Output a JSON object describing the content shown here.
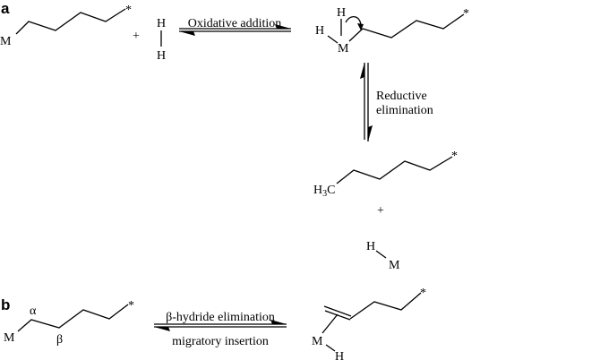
{
  "panels": {
    "a": {
      "label": "a",
      "reactant_metal": "M",
      "reactant_star": "*",
      "plus": "+",
      "h2_top": "H",
      "h2_bottom": "H",
      "arrow_label": "Oxidative addition",
      "intermediate_h_left": "H",
      "intermediate_h_top": "H",
      "intermediate_metal": "M",
      "intermediate_star": "*",
      "vertical_arrow_label_1": "Reductive",
      "vertical_arrow_label_2": "elimination",
      "product_h": "H",
      "product_sub": "3",
      "product_c": "C",
      "product_star": "*",
      "plus2": "+",
      "hydride_h": "H",
      "hydride_m": "M"
    },
    "b": {
      "label": "b",
      "metal": "M",
      "alpha": "α",
      "beta": "β",
      "star": "*",
      "forward_label": "β-hydride elimination",
      "reverse_label": "migratory insertion",
      "product_metal": "M",
      "product_h": "H",
      "product_star": "*"
    }
  }
}
